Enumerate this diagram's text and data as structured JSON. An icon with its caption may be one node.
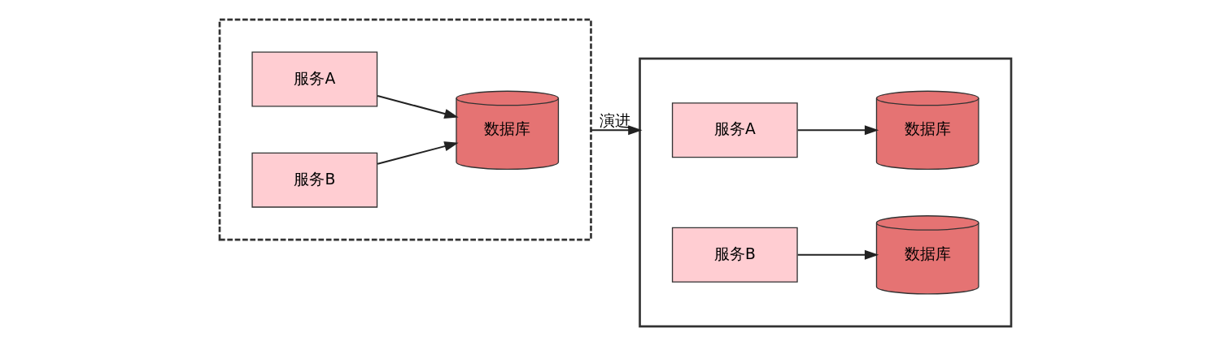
{
  "diagram": {
    "nodes": [
      {
        "text": [],
        "shape": "box"
      },
      {
        "text": [
          "服务A"
        ],
        "in": 0
      },
      {
        "text": [
          "服务B"
        ],
        "in": 0
      },
      {
        "text": [
          "数据库"
        ],
        "in": 0
      },
      {
        "text": [],
        "shape": "box"
      },
      {
        "text": [
          "服务A"
        ],
        "in": 4
      },
      {
        "text": [
          "数据库"
        ],
        "in": 4
      },
      {
        "text": [
          "服务B"
        ],
        "in": 4
      },
      {
        "text": [
          "数据库"
        ],
        "in": 4
      }
    ],
    "edges": [
      {
        "from": 1,
        "to": 3,
        "arrow": "to"
      },
      {
        "from": 2,
        "to": 3,
        "arrow": "to"
      },
      {
        "from": 0,
        "to": 4,
        "arrow": "to",
        "label": "演进"
      },
      {
        "from": 5,
        "to": 6,
        "arrow": "to"
      },
      {
        "from": 7,
        "to": 8,
        "arrow": "to"
      }
    ]
  }
}
